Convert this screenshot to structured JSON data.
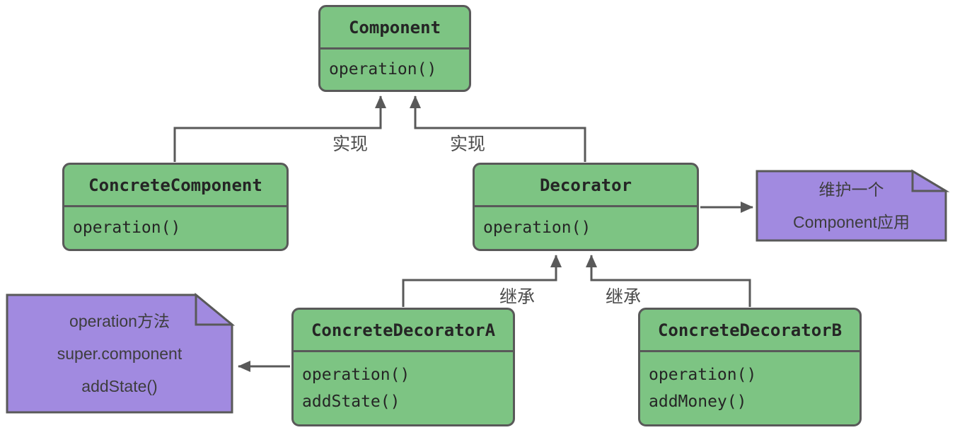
{
  "colors": {
    "bg": "#ffffff",
    "class_fill": "#7dc483",
    "note_fill": "#a18ae0",
    "border": "#595959",
    "class_text": "#252525",
    "note_text": "#3d3d3d",
    "label_text": "#4c4c4c"
  },
  "classes": {
    "component": {
      "title": "Component",
      "methods": [
        "operation()"
      ]
    },
    "concrete_component": {
      "title": "ConcreteComponent",
      "methods": [
        "operation()"
      ]
    },
    "decorator": {
      "title": "Decorator",
      "methods": [
        "operation()"
      ]
    },
    "concrete_decorator_a": {
      "title": "ConcreteDecoratorA",
      "methods": [
        "operation()",
        "addState()"
      ]
    },
    "concrete_decorator_b": {
      "title": "ConcreteDecoratorB",
      "methods": [
        "operation()",
        "addMoney()"
      ]
    }
  },
  "notes": {
    "decorator_note": {
      "lines": [
        "维护一个",
        "Component应用"
      ]
    },
    "decorator_a_note": {
      "lines": [
        "operation方法",
        "super.component",
        "addState()"
      ]
    }
  },
  "edge_labels": {
    "realize_left": "实现",
    "realize_right": "实现",
    "inherit_left": "继承",
    "inherit_right": "继承"
  }
}
